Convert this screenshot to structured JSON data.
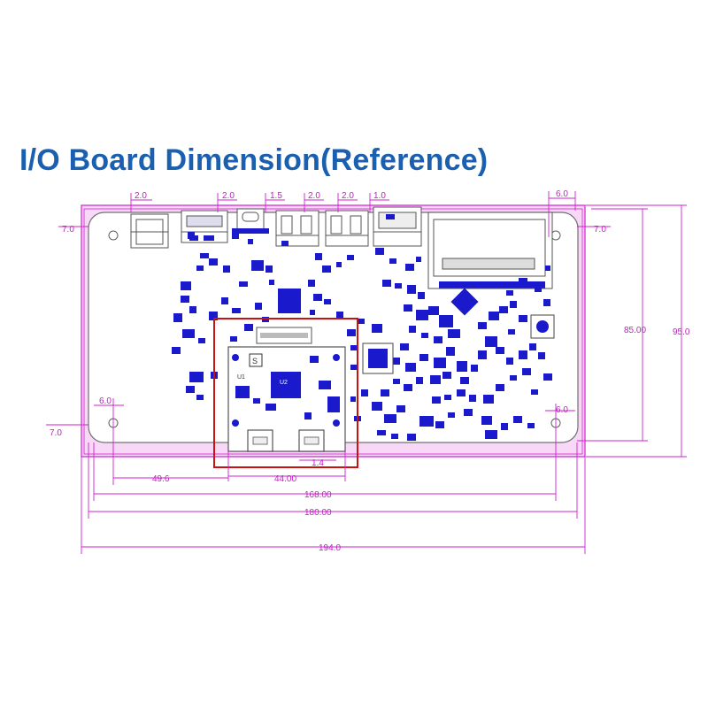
{
  "title": "I/O Board Dimension(Reference)",
  "colors": {
    "title": "#1a5fb0",
    "dimension": "#d020d0",
    "outline": "#707070",
    "component": "#1a1acc",
    "highlight": "#cc1111"
  },
  "dimensions": {
    "top": [
      "2.0",
      "2.0",
      "1.5",
      "2.0",
      "2.0",
      "1.0",
      "6.0"
    ],
    "left_top": "7.0",
    "right_top": "7.0",
    "left_hole": "6.0",
    "left_bottom": "7.0",
    "right_hole": "6.0",
    "height_inner": "85.00",
    "height_total": "95.0",
    "module_small": "1.4",
    "module_width": "44.00",
    "offset": "49.6",
    "w168": "168.00",
    "w180": "180.00",
    "w194": "194.0"
  },
  "silkscreen": {
    "s1": "S",
    "u1": "U1",
    "u2": "U2"
  }
}
